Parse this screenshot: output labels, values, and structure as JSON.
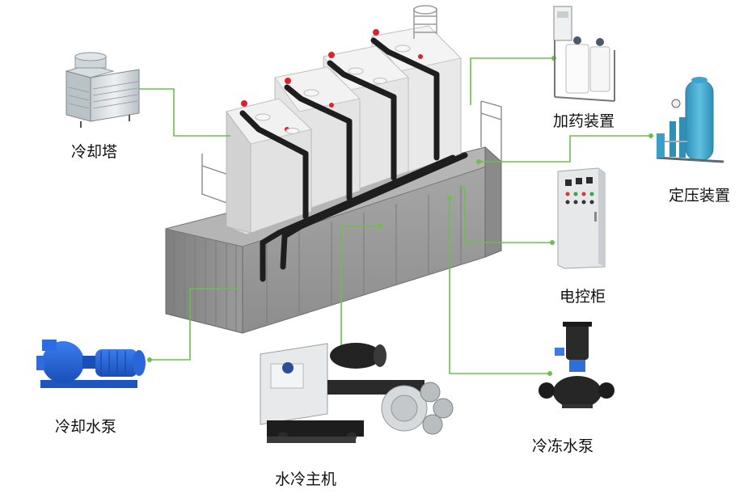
{
  "components": {
    "cooling_tower": {
      "label": "冷却塔",
      "icon": "cooling-tower-icon"
    },
    "dosing_device": {
      "label": "加药装置",
      "icon": "dosing-device-icon"
    },
    "pressure_device": {
      "label": "定压装置",
      "icon": "pressure-tank-icon"
    },
    "control_cabinet": {
      "label": "电控柜",
      "icon": "control-cabinet-icon"
    },
    "cooling_pump": {
      "label": "冷却水泵",
      "icon": "horizontal-pump-icon"
    },
    "chiller": {
      "label": "水冷主机",
      "icon": "chiller-unit-icon"
    },
    "chilled_pump": {
      "label": "冷冻水泵",
      "icon": "vertical-pump-icon"
    }
  },
  "central_unit": {
    "icon": "container-plant-icon"
  },
  "colors": {
    "connector": "#6cc04a",
    "container": "#9c9c9c",
    "tower": "#e8e8e8",
    "pipe": "#1e1e1e",
    "pump_blue": "#1f5fd1"
  }
}
